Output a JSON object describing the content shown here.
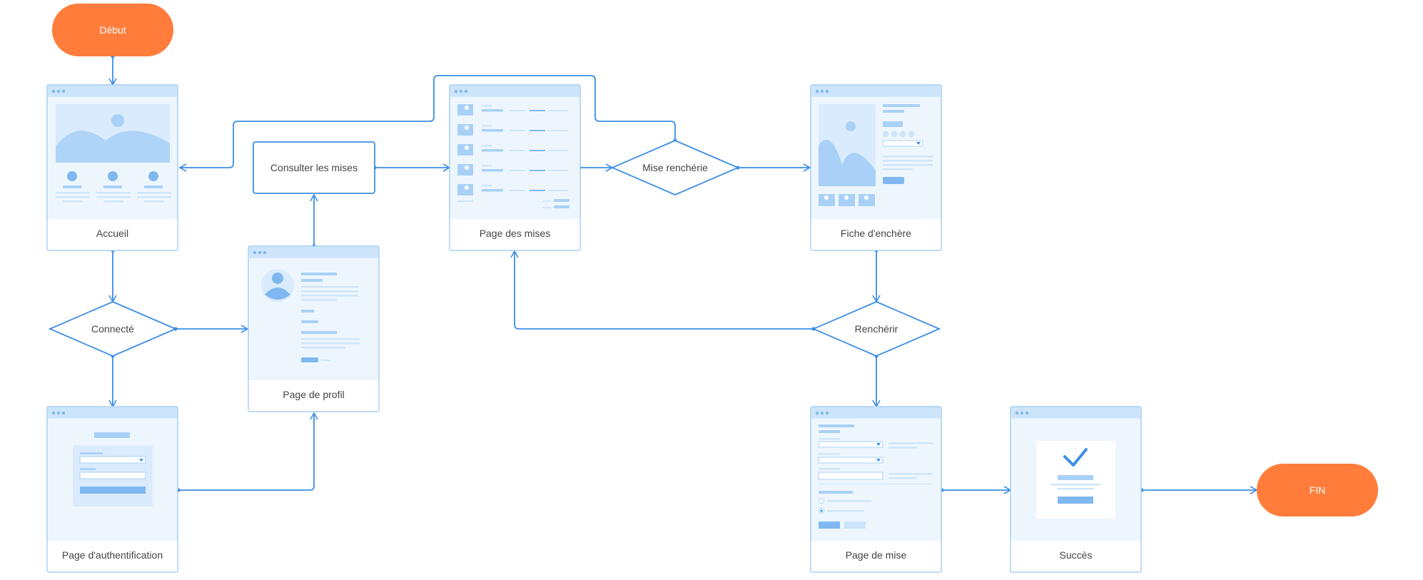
{
  "colors": {
    "terminal": "#FF7C3B",
    "line": "#3D8EE6",
    "frame_fill": "#EEF6FD",
    "frame_header": "#CDE5FA",
    "mock": "#A9D1F7",
    "mock_dark": "#7FB8F0"
  },
  "terminals": {
    "start": "Début",
    "end": "FIN"
  },
  "decisions": {
    "connecte": "Connecté",
    "mise_encherie": "Mise renchérie",
    "encherir": "Renchérir"
  },
  "process": {
    "consulter": "Consulter les mises"
  },
  "screens": {
    "accueil": {
      "label": "Accueil",
      "icon": "landing-page-wireframe-icon"
    },
    "auth": {
      "label": "Page d'authentification",
      "icon": "login-form-wireframe-icon"
    },
    "profil": {
      "label": "Page de profil",
      "icon": "profile-wireframe-icon"
    },
    "mises": {
      "label": "Page des mises",
      "icon": "product-list-wireframe-icon"
    },
    "fiche": {
      "label": "Fiche d'enchère",
      "icon": "product-detail-wireframe-icon"
    },
    "mise": {
      "label": "Page de mise",
      "icon": "form-wireframe-icon"
    },
    "succes": {
      "label": "Succès",
      "icon": "success-checkmark-icon"
    }
  }
}
